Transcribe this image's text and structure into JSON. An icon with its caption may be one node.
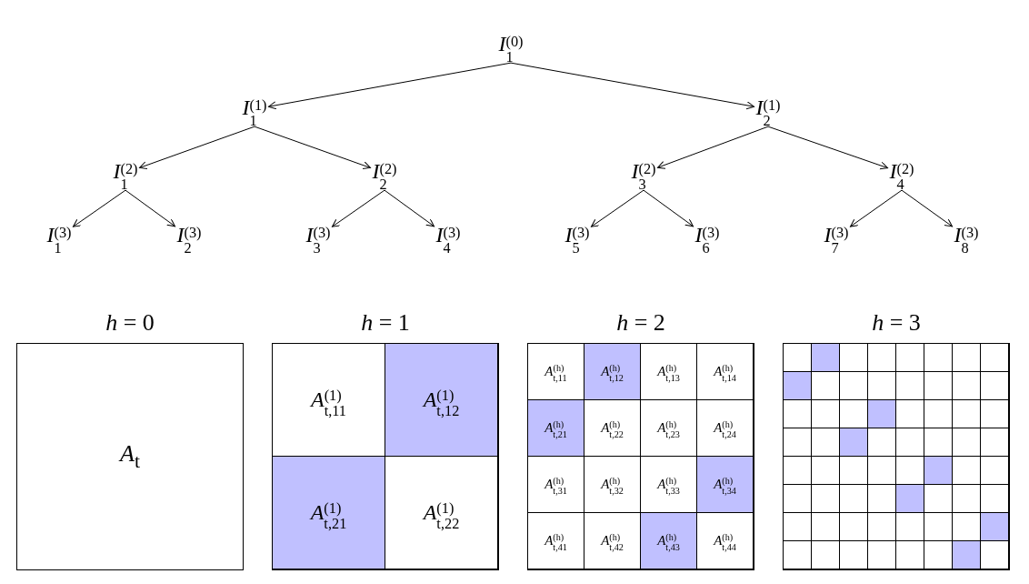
{
  "diagram": {
    "nodes": [
      {
        "text": [
          "*I*$_{1}$$^{(0)}$"
        ]
      },
      {
        "text": [
          "*I*$_{1}$$^{(1)}$"
        ]
      },
      {
        "text": [
          "*I*$_{2}$$^{(1)}$"
        ]
      },
      {
        "text": [
          "*I*$_{1}$$^{(2)}$"
        ]
      },
      {
        "text": [
          "*I*$_{2}$$^{(2)}$"
        ]
      },
      {
        "text": [
          "*I*$_{3}$$^{(2)}$"
        ]
      },
      {
        "text": [
          "*I*$_{4}$$^{(2)}$"
        ]
      },
      {
        "text": [
          "*I*$_{1}$$^{(3)}$"
        ]
      },
      {
        "text": [
          "*I*$_{2}$$^{(3)}$"
        ]
      },
      {
        "text": [
          "*I*$_{3}$$^{(3)}$"
        ]
      },
      {
        "text": [
          "*I*$_{4}$$^{(3)}$"
        ]
      },
      {
        "text": [
          "*I*$_{5}$$^{(3)}$"
        ]
      },
      {
        "text": [
          "*I*$_{6}$$^{(3)}$"
        ]
      },
      {
        "text": [
          "*I*$_{7}$$^{(3)}$"
        ]
      },
      {
        "text": [
          "*I*$_{8}$$^{(3)}$"
        ]
      },
      {
        "text": [
          "*h* = 0",
          "*A*$_{t}$"
        ]
      },
      {
        "text": [
          "*h* = 1"
        ]
      },
      {
        "text": [
          "*A*$_{t,11}$$^{(1)}$"
        ],
        "in": 16
      },
      {
        "text": [
          "*A*$_{t,12}$$^{(1)}$"
        ],
        "in": 16
      },
      {
        "text": [
          "*A*$_{t,21}$$^{(1)}$"
        ],
        "in": 16
      },
      {
        "text": [
          "*A*$_{t,22}$$^{(1)}$"
        ],
        "in": 16
      },
      {
        "text": [
          "*h* = 2"
        ]
      },
      {
        "text": [
          "*A*$_{t,11}$$^{(h)}$"
        ],
        "in": 21
      },
      {
        "text": [
          "*A*$_{t,12}$$^{(h)}$"
        ],
        "in": 21
      },
      {
        "text": [
          "*A*$_{t,13}$$^{(h)}$"
        ],
        "in": 21
      },
      {
        "text": [
          "*A*$_{t,14}$$^{(h)}$"
        ],
        "in": 21
      },
      {
        "text": [
          "*A*$_{t,21}$$^{(h)}$"
        ],
        "in": 21
      },
      {
        "text": [
          "*A*$_{t,22}$$^{(h)}$"
        ],
        "in": 21
      },
      {
        "text": [
          "*A*$_{t,23}$$^{(h)}$"
        ],
        "in": 21
      },
      {
        "text": [
          "*A*$_{t,24}$$^{(h)}$"
        ],
        "in": 21
      },
      {
        "text": [
          "*A*$_{t,31}$$^{(h)}$"
        ],
        "in": 21
      },
      {
        "text": [
          "*A*$_{t,32}$$^{(h)}$"
        ],
        "in": 21
      },
      {
        "text": [
          "*A*$_{t,33}$$^{(h)}$"
        ],
        "in": 21
      },
      {
        "text": [
          "*A*$_{t,34}$$^{(h)}$"
        ],
        "in": 21
      },
      {
        "text": [
          "*A*$_{t,41}$$^{(h)}$"
        ],
        "in": 21
      },
      {
        "text": [
          "*A*$_{t,42}$$^{(h)}$"
        ],
        "in": 21
      },
      {
        "text": [
          "*A*$_{t,43}$$^{(h)}$"
        ],
        "in": 21
      },
      {
        "text": [
          "*A*$_{t,44}$$^{(h)}$"
        ],
        "in": 21
      },
      {
        "text": [
          "*h* = 3"
        ]
      },
      {
        "text": [],
        "shape": "box",
        "in": 38
      },
      {
        "text": [],
        "shape": "box",
        "in": 38
      },
      {
        "text": [],
        "shape": "box",
        "in": 38
      },
      {
        "text": [],
        "shape": "box",
        "in": 38
      },
      {
        "text": [],
        "shape": "box",
        "in": 38
      },
      {
        "text": [],
        "shape": "box",
        "in": 38
      },
      {
        "text": [],
        "shape": "box",
        "in": 38
      },
      {
        "text": [],
        "shape": "box",
        "in": 38
      },
      {
        "text": [],
        "shape": "box",
        "in": 38
      },
      {
        "text": [],
        "shape": "box",
        "in": 38
      },
      {
        "text": [],
        "shape": "box",
        "in": 38
      },
      {
        "text": [],
        "shape": "box",
        "in": 38
      },
      {
        "text": [],
        "shape": "box",
        "in": 38
      },
      {
        "text": [],
        "shape": "box",
        "in": 38
      },
      {
        "text": [],
        "shape": "box",
        "in": 38
      },
      {
        "text": [],
        "shape": "box",
        "in": 38
      },
      {
        "text": [],
        "shape": "box",
        "in": 38
      },
      {
        "text": [],
        "shape": "box",
        "in": 38
      },
      {
        "text": [],
        "shape": "box",
        "in": 38
      },
      {
        "text": [],
        "shape": "box",
        "in": 38
      },
      {
        "text": [],
        "shape": "box",
        "in": 38
      },
      {
        "text": [],
        "shape": "box",
        "in": 38
      },
      {
        "text": [],
        "shape": "box",
        "in": 38
      },
      {
        "text": [],
        "shape": "box",
        "in": 38
      },
      {
        "text": [],
        "shape": "box",
        "in": 38
      },
      {
        "text": [],
        "shape": "box",
        "in": 38
      },
      {
        "text": [],
        "shape": "box",
        "in": 38
      },
      {
        "text": [],
        "shape": "box",
        "in": 38
      },
      {
        "text": [],
        "shape": "box",
        "in": 38
      },
      {
        "text": [],
        "shape": "box",
        "in": 38
      },
      {
        "text": [],
        "shape": "box",
        "in": 38
      },
      {
        "text": [],
        "shape": "box",
        "in": 38
      },
      {
        "text": [],
        "shape": "box",
        "in": 38
      },
      {
        "text": [],
        "shape": "box",
        "in": 38
      },
      {
        "text": [],
        "shape": "box",
        "in": 38
      },
      {
        "text": [],
        "shape": "box",
        "in": 38
      },
      {
        "text": [],
        "shape": "box",
        "in": 38
      },
      {
        "text": [],
        "shape": "box",
        "in": 38
      },
      {
        "text": [],
        "shape": "box",
        "in": 38
      },
      {
        "text": [],
        "shape": "box",
        "in": 38
      },
      {
        "text": [],
        "shape": "box",
        "in": 38
      },
      {
        "text": [],
        "shape": "box",
        "in": 38
      },
      {
        "text": [],
        "shape": "box",
        "in": 38
      },
      {
        "text": [],
        "shape": "box",
        "in": 38
      },
      {
        "text": [],
        "shape": "box",
        "in": 38
      },
      {
        "text": [],
        "shape": "box",
        "in": 38
      },
      {
        "text": [],
        "shape": "box",
        "in": 38
      },
      {
        "text": [],
        "shape": "box",
        "in": 38
      },
      {
        "text": [],
        "shape": "box",
        "in": 38
      },
      {
        "text": [],
        "shape": "box",
        "in": 38
      },
      {
        "text": [],
        "shape": "box",
        "in": 38
      },
      {
        "text": [],
        "shape": "box",
        "in": 38
      },
      {
        "text": [],
        "shape": "box",
        "in": 38
      },
      {
        "text": [],
        "shape": "box",
        "in": 38
      },
      {
        "text": [],
        "shape": "box",
        "in": 38
      },
      {
        "text": [],
        "shape": "box",
        "in": 38
      },
      {
        "text": [],
        "shape": "box",
        "in": 38
      },
      {
        "text": [],
        "shape": "box",
        "in": 38
      },
      {
        "text": [],
        "shape": "box",
        "in": 38
      },
      {
        "text": [],
        "shape": "box",
        "in": 38
      },
      {
        "text": [],
        "shape": "box",
        "in": 38
      },
      {
        "text": [],
        "shape": "box",
        "in": 38
      },
      {
        "text": [],
        "shape": "box",
        "in": 38
      },
      {
        "text": [],
        "shape": "box",
        "in": 38
      }
    ],
    "edges": [
      {
        "from": 0,
        "to": 1,
        "arrow": "to"
      },
      {
        "from": 0,
        "to": 2,
        "arrow": "to"
      },
      {
        "from": 1,
        "to": 3,
        "arrow": "to"
      },
      {
        "from": 1,
        "to": 4,
        "arrow": "to"
      },
      {
        "from": 2,
        "to": 5,
        "arrow": "to"
      },
      {
        "from": 2,
        "to": 6,
        "arrow": "to"
      },
      {
        "from": 3,
        "to": 7,
        "arrow": "to"
      },
      {
        "from": 3,
        "to": 8,
        "arrow": "to"
      },
      {
        "from": 4,
        "to": 9,
        "arrow": "to"
      },
      {
        "from": 4,
        "to": 10,
        "arrow": "to"
      },
      {
        "from": 5,
        "to": 11,
        "arrow": "to"
      },
      {
        "from": 5,
        "to": 12,
        "arrow": "to"
      },
      {
        "from": 6,
        "to": 13,
        "arrow": "to"
      },
      {
        "from": 6,
        "to": 14,
        "arrow": "to"
      }
    ]
  }
}
